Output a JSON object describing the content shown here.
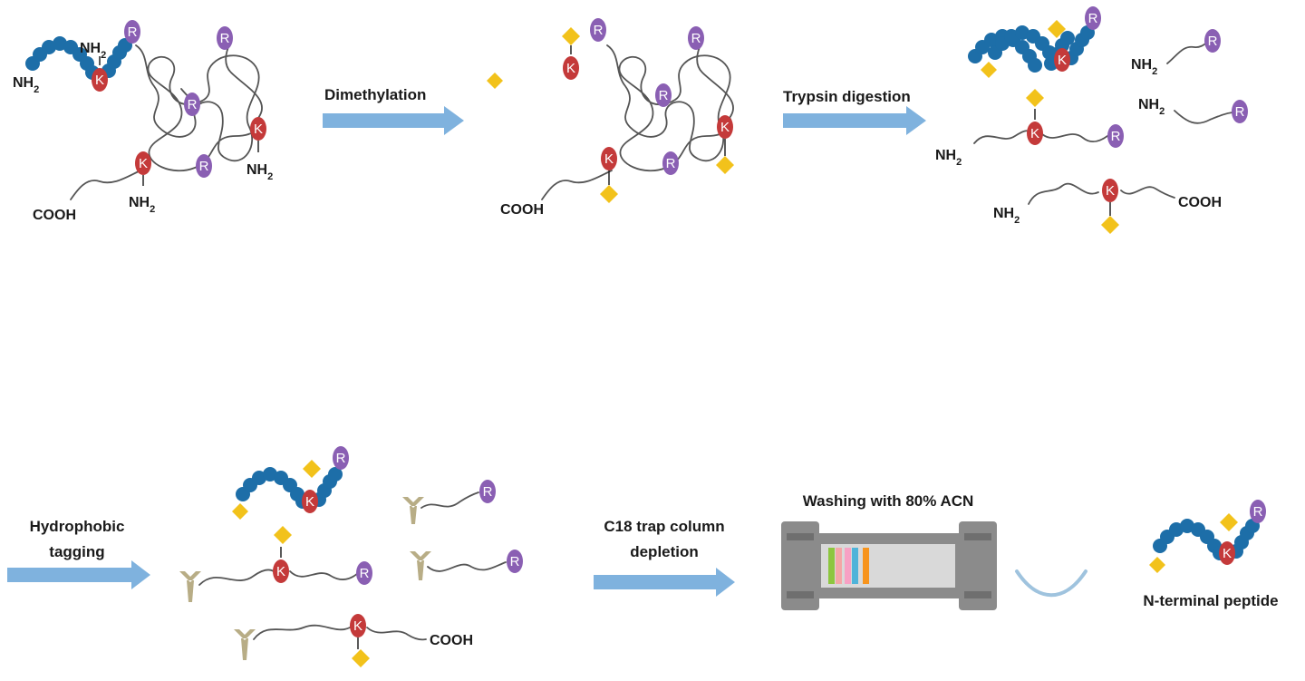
{
  "steps": {
    "dimethylation": "Dimethylation",
    "trypsin": "Trypsin digestion",
    "hydrophobic_line1": "Hydrophobic",
    "hydrophobic_line2": "tagging",
    "c18_line1": "C18 trap column",
    "c18_line2": "depletion",
    "washing": "Washing with 80% ACN"
  },
  "labels": {
    "amine": "NH2",
    "carboxyl": "COOH",
    "lysine": "K",
    "arginine": "R",
    "result": "N-terminal peptide"
  },
  "colors": {
    "arrow": "#7fb2de",
    "bead": "#1d6ea8",
    "lysine": "#c43a3a",
    "arginine": "#8a5fb3",
    "diamond": "#f2c21b",
    "tag": "#b8ad86",
    "column": "#8b8b8b",
    "column_light": "#d9d9d9",
    "bands": [
      "#8dc63f",
      "#f4a6a6",
      "#f7a1c4",
      "#4fb3d9",
      "#f7941d"
    ]
  },
  "icons": [
    "protein-coil-icon",
    "peptide-chain-icon",
    "dimethyl-tag-icon",
    "hydrophobic-tag-icon",
    "c18-column-icon",
    "elution-arc-icon"
  ]
}
